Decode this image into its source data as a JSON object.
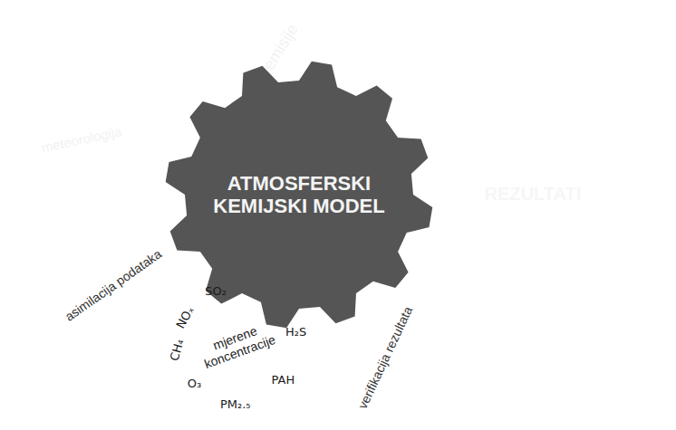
{
  "diagram": {
    "nodes": [
      {
        "text": [
          "emisije"
        ]
      },
      {
        "text": [
          "meteorologija"
        ]
      },
      {
        "text": [
          "ATMOSFERSKI KEMIJSKI MODEL"
        ]
      },
      {
        "text": [
          "REZULTATI"
        ]
      },
      {
        "text": [
          "mjerene koncentracije",
          "SO₂",
          "H₂S",
          "PAH",
          "PM₂.₅",
          "O₃",
          "CH₄",
          "NOₓ"
        ]
      }
    ],
    "labels": [
      "asimilacija podataka",
      "verifikacija rezultata"
    ]
  }
}
